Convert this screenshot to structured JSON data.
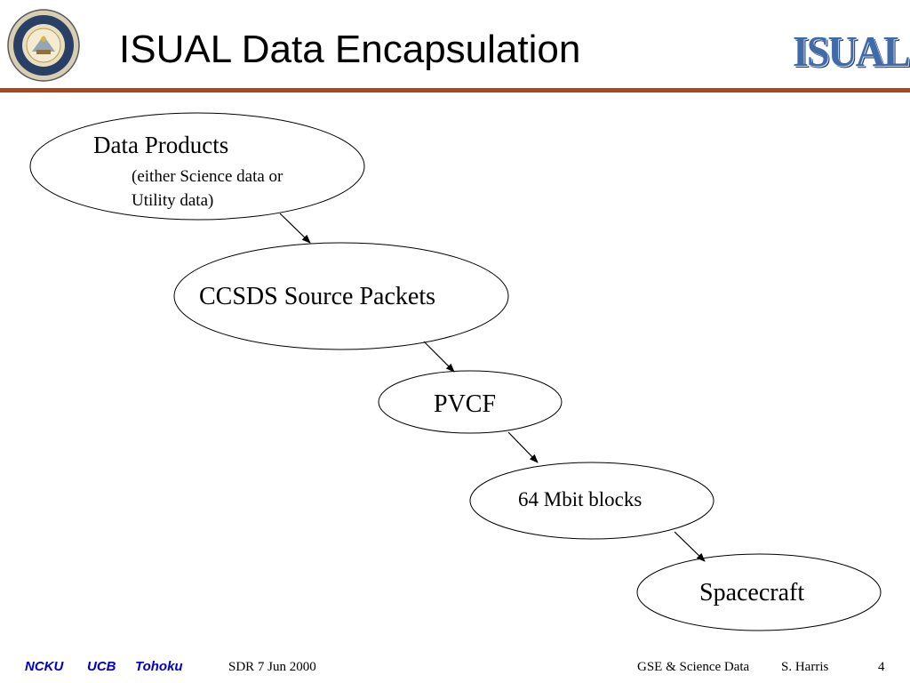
{
  "slide": {
    "title": "ISUAL Data Encapsulation",
    "logo_text": "ISUAL",
    "seal_icon": "university-seal-icon",
    "rule_color": "#b0451a"
  },
  "diagram": {
    "nodes": [
      {
        "id": "data-products",
        "title": "Data Products",
        "subtitle_line1": "(either Science data or",
        "subtitle_line2": "Utility data)"
      },
      {
        "id": "ccsds-source-packets",
        "title": "CCSDS Source Packets"
      },
      {
        "id": "pvcf",
        "title": "PVCF"
      },
      {
        "id": "mbit-blocks",
        "title": "64 Mbit blocks"
      },
      {
        "id": "spacecraft",
        "title": "Spacecraft"
      }
    ],
    "edges": [
      {
        "from": "data-products",
        "to": "ccsds-source-packets"
      },
      {
        "from": "ccsds-source-packets",
        "to": "pvcf"
      },
      {
        "from": "pvcf",
        "to": "mbit-blocks"
      },
      {
        "from": "mbit-blocks",
        "to": "spacecraft"
      }
    ]
  },
  "footer": {
    "org1": "NCKU",
    "org2": "UCB",
    "org3": "Tohoku",
    "event": "SDR 7 Jun 2000",
    "topic": "GSE & Science Data",
    "author": "S.  Harris",
    "page": "4",
    "org_color": "#0000cc"
  }
}
